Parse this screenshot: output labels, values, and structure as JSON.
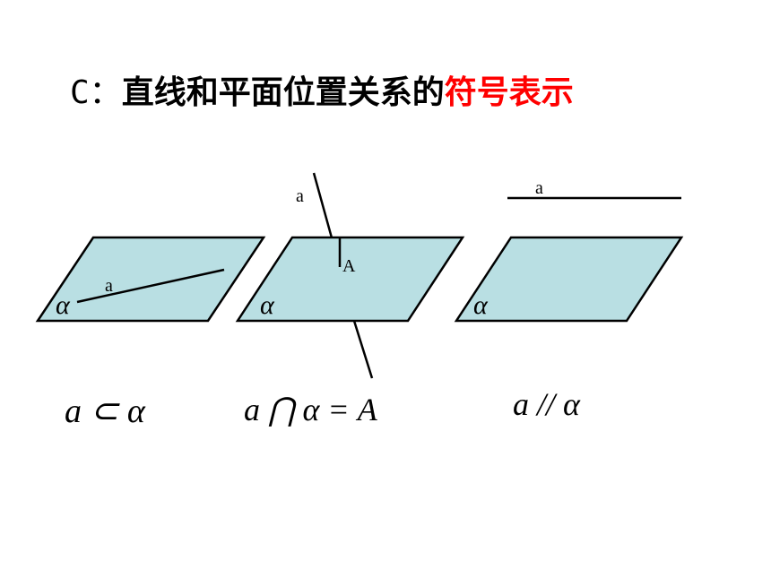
{
  "title": {
    "prefix": "C：",
    "main": "直线和平面位置关系的",
    "highlight": "符号表示",
    "highlight_color": "#ff0000"
  },
  "colors": {
    "plane_fill": "#b9dfe3",
    "stroke": "#000000"
  },
  "panels": [
    {
      "plane_label": "α",
      "line_label": "a"
    },
    {
      "plane_label": "α",
      "line_label": "a",
      "point_label": "A"
    },
    {
      "plane_label": "α",
      "line_label": "a"
    }
  ],
  "formulas": [
    {
      "text": "a ⊂ α"
    },
    {
      "text": "a ⋂ α = A"
    },
    {
      "text": "a // α"
    }
  ]
}
